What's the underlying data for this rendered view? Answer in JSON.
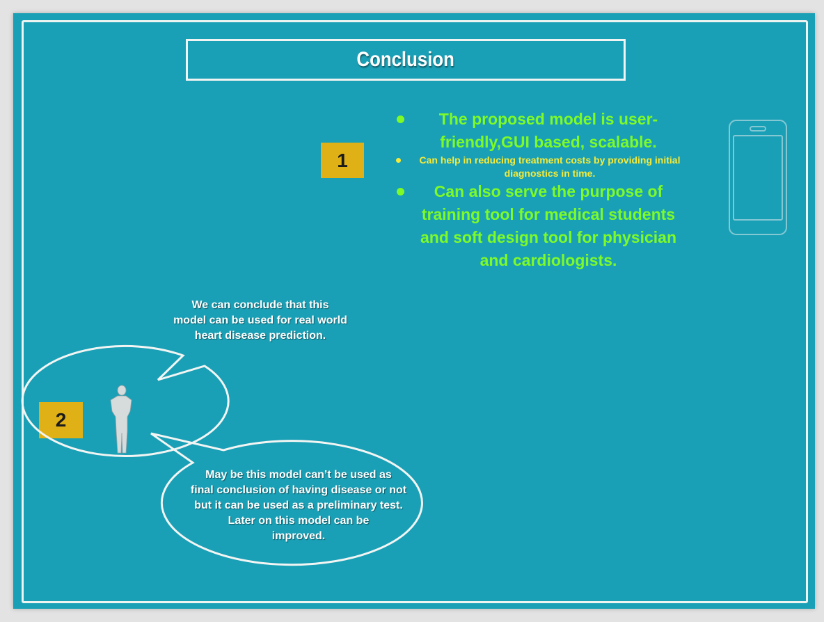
{
  "title": "Conclusion",
  "bullets": [
    {
      "text": "The proposed model is user-friendly,GUI based, scalable.",
      "style": "large",
      "color": "#7dfa28"
    },
    {
      "text": "Can help in reducing treatment costs  by providing initial diagnostics in time.",
      "style": "small",
      "color": "#f5ea3a"
    },
    {
      "text": "Can also serve the purpose of training tool for medical students and soft design tool for physician and cardiologists.",
      "style": "large",
      "color": "#7dfa28"
    }
  ],
  "badges": {
    "one": "1",
    "two": "2"
  },
  "bubbles": {
    "top": [
      "We can conclude that this",
      "model can be used for  real world",
      "heart disease prediction."
    ],
    "bottom": [
      "May be this model can’t be used as",
      "final conclusion of having disease or not",
      "but it can be used as a preliminary test.",
      "Later on this model can be",
      "improved."
    ]
  },
  "icons": [
    "person-icon",
    "phone-icon"
  ],
  "colors": {
    "background": "#1aa0b6",
    "badge": "#e0b117",
    "chalk": "#f0f4f2"
  }
}
